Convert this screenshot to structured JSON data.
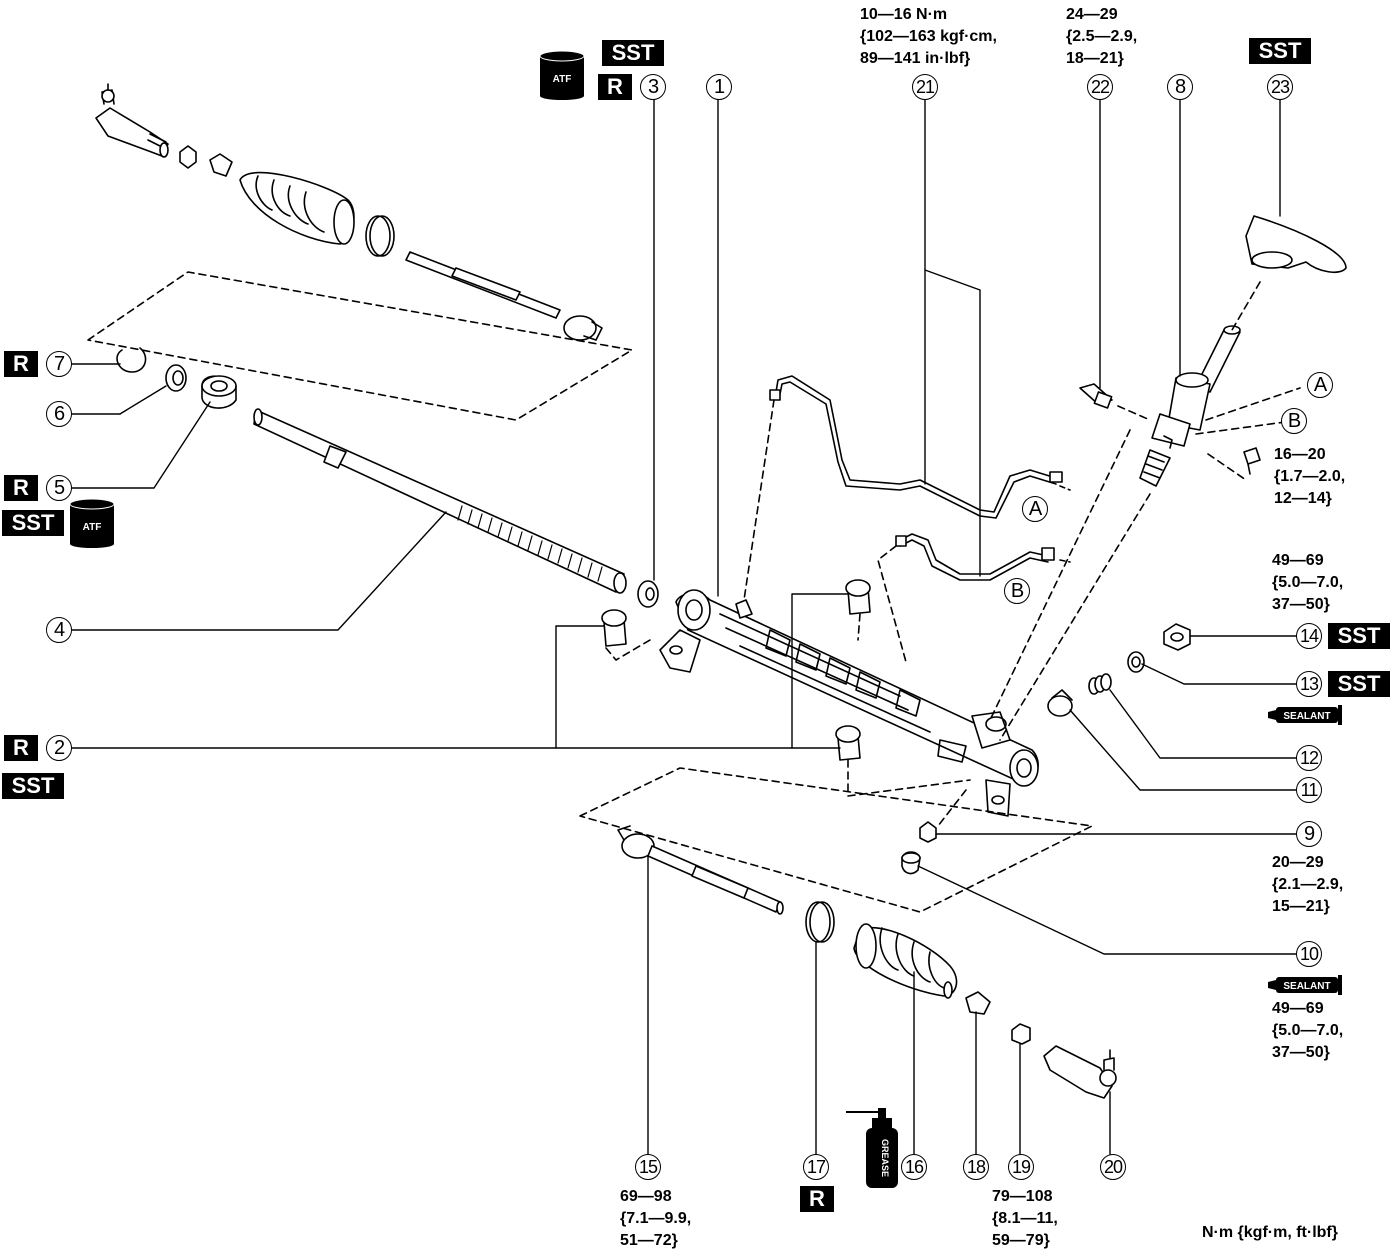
{
  "callouts": {
    "c1": "1",
    "c2": "2",
    "c3": "3",
    "c4": "4",
    "c5": "5",
    "c6": "6",
    "c7": "7",
    "c8": "8",
    "c9": "9",
    "c10": "10",
    "c11": "11",
    "c12": "12",
    "c13": "13",
    "c14": "14",
    "c15": "15",
    "c16": "16",
    "c17": "17",
    "c18": "18",
    "c19": "19",
    "c20": "20",
    "c21": "21",
    "c22": "22",
    "c23": "23",
    "cA": "A",
    "cB": "B",
    "cA2": "A",
    "cB2": "B"
  },
  "torque": {
    "t21": "10—16 N·m\n{102—163 kgf·cm,\n89—141 in·lbf}",
    "t22": "24—29\n{2.5—2.9,\n18—21}",
    "tB": "16—20\n{1.7—2.0,\n12—14}",
    "t14": "49—69\n{5.0—7.0,\n37—50}",
    "t9": "20—29\n{2.1—2.9,\n15—21}",
    "t10": "49—69\n{5.0—7.0,\n37—50}",
    "t15": "69—98\n{7.1—9.9,\n51—72}",
    "t19": "79—108\n{8.1—11,\n59—79}"
  },
  "tags": {
    "r": "R",
    "sst": "SST",
    "atf": "ATF",
    "sealant": "SEALANT",
    "grease": "GREASE"
  },
  "units": "N·m {kgf·m, ft·lbf}"
}
